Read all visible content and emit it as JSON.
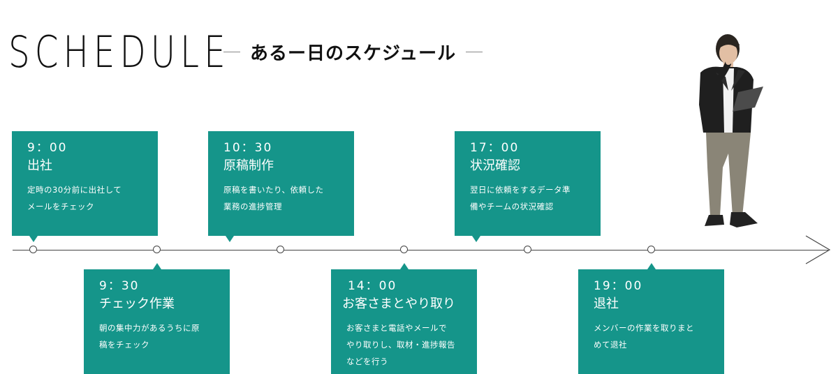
{
  "header": {
    "title": "SCHEDULE",
    "subtitle": "あるー日のスケジュール"
  },
  "colors": {
    "card": "#15958a",
    "line": "#444444"
  },
  "events": [
    {
      "time": "9：00",
      "title": "出社",
      "desc": "定時の30分前に出社して\nメールをチェック"
    },
    {
      "time": "9：30",
      "title": "チェック作業",
      "desc": "朝の集中力があるうちに原\n稿をチェック"
    },
    {
      "time": "10：30",
      "title": "原稿制作",
      "desc": "原稿を書いたり、依頼した\n業務の進捗管理"
    },
    {
      "time": "14：00",
      "title": "お客さまとやり取り",
      "desc": "お客さまと電話やメールで\nやり取りし、取材・進捗報告\nなどを行う"
    },
    {
      "time": "17：00",
      "title": "状況確認",
      "desc": "翌日に依頼をするデータ準\n備やチームの状況確認"
    },
    {
      "time": "19：00",
      "title": "退社",
      "desc": "メンバーの作業を取りまと\nめて退社"
    }
  ]
}
